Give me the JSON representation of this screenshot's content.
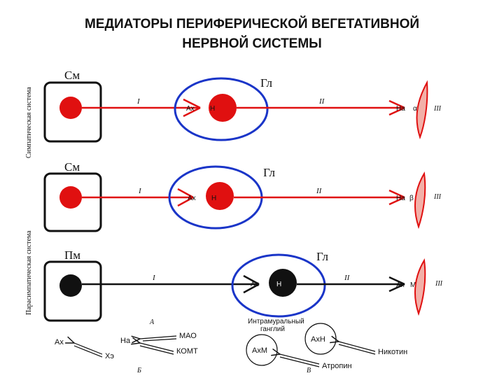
{
  "title": {
    "line1": "МЕДИАТОРЫ ПЕРИФЕРИЧЕСКОЙ ВЕГЕТАТИВНОЙ",
    "line2": "НЕРВНОЙ СИСТЕМЫ"
  },
  "side_labels": {
    "sympathetic": "Симпатическая система",
    "parasympathetic": "Парасимпатическая система"
  },
  "rows": [
    {
      "cns_label": "См",
      "ganglion_label": "Гл",
      "pre_roman": "I",
      "post_roman": "II",
      "effector_roman": "III",
      "pre_mediator": "Ах",
      "post_receptor": "Н",
      "effector_mediator": "На",
      "effector_receptor": "α",
      "color": "#e01010"
    },
    {
      "cns_label": "См",
      "ganglion_label": "Гл",
      "pre_roman": "I",
      "post_roman": "II",
      "effector_roman": "III",
      "pre_mediator": "Ах",
      "post_receptor": "Н",
      "effector_mediator": "На",
      "effector_receptor": "β",
      "color": "#e01010"
    },
    {
      "cns_label": "Пм",
      "ganglion_label": "Гл",
      "pre_roman": "I",
      "post_roman": "II",
      "effector_roman": "III",
      "pre_mediator": "Ах",
      "post_receptor": "Н",
      "effector_mediator": "Ах",
      "effector_receptor": "М",
      "color": "#111111"
    }
  ],
  "intramural": {
    "line1": "Интрамуральный",
    "line2": "ганглий"
  },
  "legend": {
    "a_letter": "А",
    "b_letter": "Б",
    "v_letter": "В",
    "ax": "Ах",
    "xe": "Хэ",
    "na": "На",
    "mao": "МАО",
    "komt": "КОМТ",
    "axm": "АхМ",
    "axh": "АхН",
    "nicotine": "Никотин",
    "atropine": "Атропин"
  },
  "colors": {
    "red": "#e01010",
    "blue": "#1a35c8",
    "black": "#111111"
  }
}
